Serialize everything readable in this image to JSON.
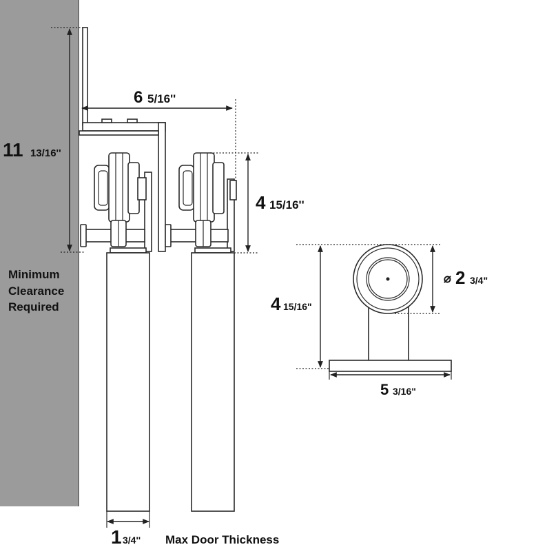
{
  "diagram": {
    "wall_label": {
      "line1": "Minimum",
      "line2": "Clearance",
      "line3": "Required"
    },
    "dimensions": {
      "overall_height": {
        "whole": "11",
        "fraction": "13/16''"
      },
      "projection": {
        "whole": "6",
        "fraction": "5/16''"
      },
      "hanger_height_side": {
        "whole": "4",
        "fraction": "15/16''"
      },
      "hanger_height_front": {
        "whole": "4",
        "fraction": "15/16\""
      },
      "wheel_diameter": {
        "symbol": "⌀",
        "whole": "2",
        "fraction": "3/4\""
      },
      "base_width": {
        "whole": "5",
        "fraction": "3/16\""
      },
      "door_thickness": {
        "whole": "1",
        "fraction": "3/4''"
      }
    },
    "door_thickness_caption": "Max Door Thickness",
    "colors": {
      "wall": "#9b9b9b",
      "line": "#222222",
      "background": "#ffffff"
    }
  }
}
